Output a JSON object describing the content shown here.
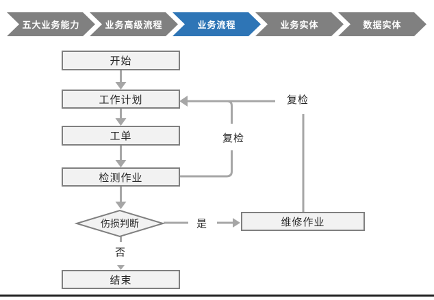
{
  "page": {
    "background": "#ffffff",
    "frame_line": "#1f1f1f"
  },
  "breadcrumb": {
    "active_color": "#2E75B6",
    "inactive_color": "#808080",
    "items": [
      {
        "label": "五大业务能力",
        "active": false
      },
      {
        "label": "业务高级流程",
        "active": false
      },
      {
        "label": "业务流程",
        "active": true
      },
      {
        "label": "业务实体",
        "active": false
      },
      {
        "label": "数据实体",
        "active": false
      }
    ]
  },
  "flowchart": {
    "colors": {
      "node_fill": "#f2f2f2",
      "node_border": "#7f7f7f",
      "connector": "#a6a6a6",
      "text": "#262626"
    },
    "nodes": {
      "start": "开始",
      "work_plan": "工作计划",
      "work_order": "工单",
      "inspection": "检测作业",
      "damage_decision": "伤损判断",
      "repair": "维修作业",
      "end": "结束"
    },
    "edge_labels": {
      "recheck_inner": "复检",
      "recheck_outer": "复检",
      "yes": "是",
      "no": "否"
    },
    "edges": [
      {
        "from": "start",
        "to": "work_plan",
        "label": ""
      },
      {
        "from": "work_plan",
        "to": "work_order",
        "label": ""
      },
      {
        "from": "work_order",
        "to": "inspection",
        "label": ""
      },
      {
        "from": "inspection",
        "to": "damage_decision",
        "label": ""
      },
      {
        "from": "damage_decision",
        "to": "repair",
        "label": "是"
      },
      {
        "from": "damage_decision",
        "to": "end",
        "label": "否"
      },
      {
        "from": "inspection",
        "to": "work_plan",
        "label": "复检"
      },
      {
        "from": "repair",
        "to": "work_plan",
        "label": "复检"
      }
    ]
  }
}
